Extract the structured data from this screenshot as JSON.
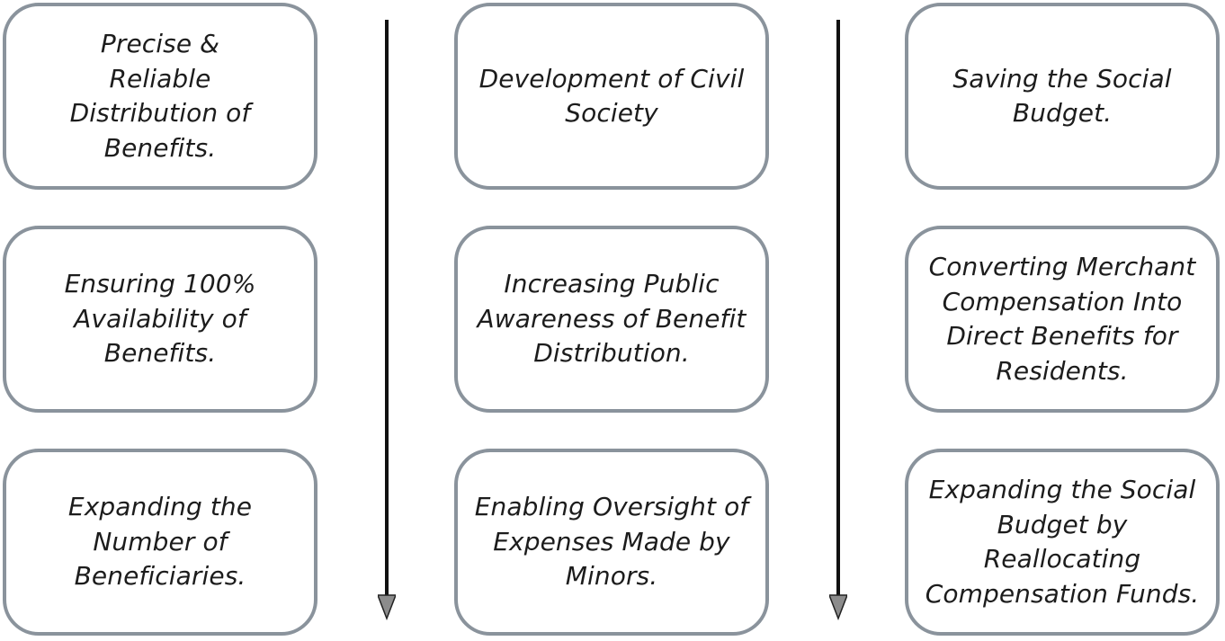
{
  "cards": {
    "r1c1": "Precise & Reliable Distribution of Benefits.",
    "r2c1": "Ensuring 100% Availability of Benefits.",
    "r3c1": "Expanding the Number of Beneficiaries.",
    "r1c2": "Development of Civil Society",
    "r2c2": "Increasing Public Awareness of Benefit Distribution.",
    "r3c2": "Enabling Oversight of Expenses Made by Minors.",
    "r1c3": "Saving the Social Budget.",
    "r2c3": "Converting Merchant Compensation Into Direct Benefits for Residents.",
    "r3c3": "Expanding the Social Budget by Reallocating Compensation Funds."
  },
  "colors": {
    "card_border": "#8a939c",
    "text": "#1c1c1c",
    "arrow": "#111111",
    "arrow_head": "#8c8c8c"
  }
}
